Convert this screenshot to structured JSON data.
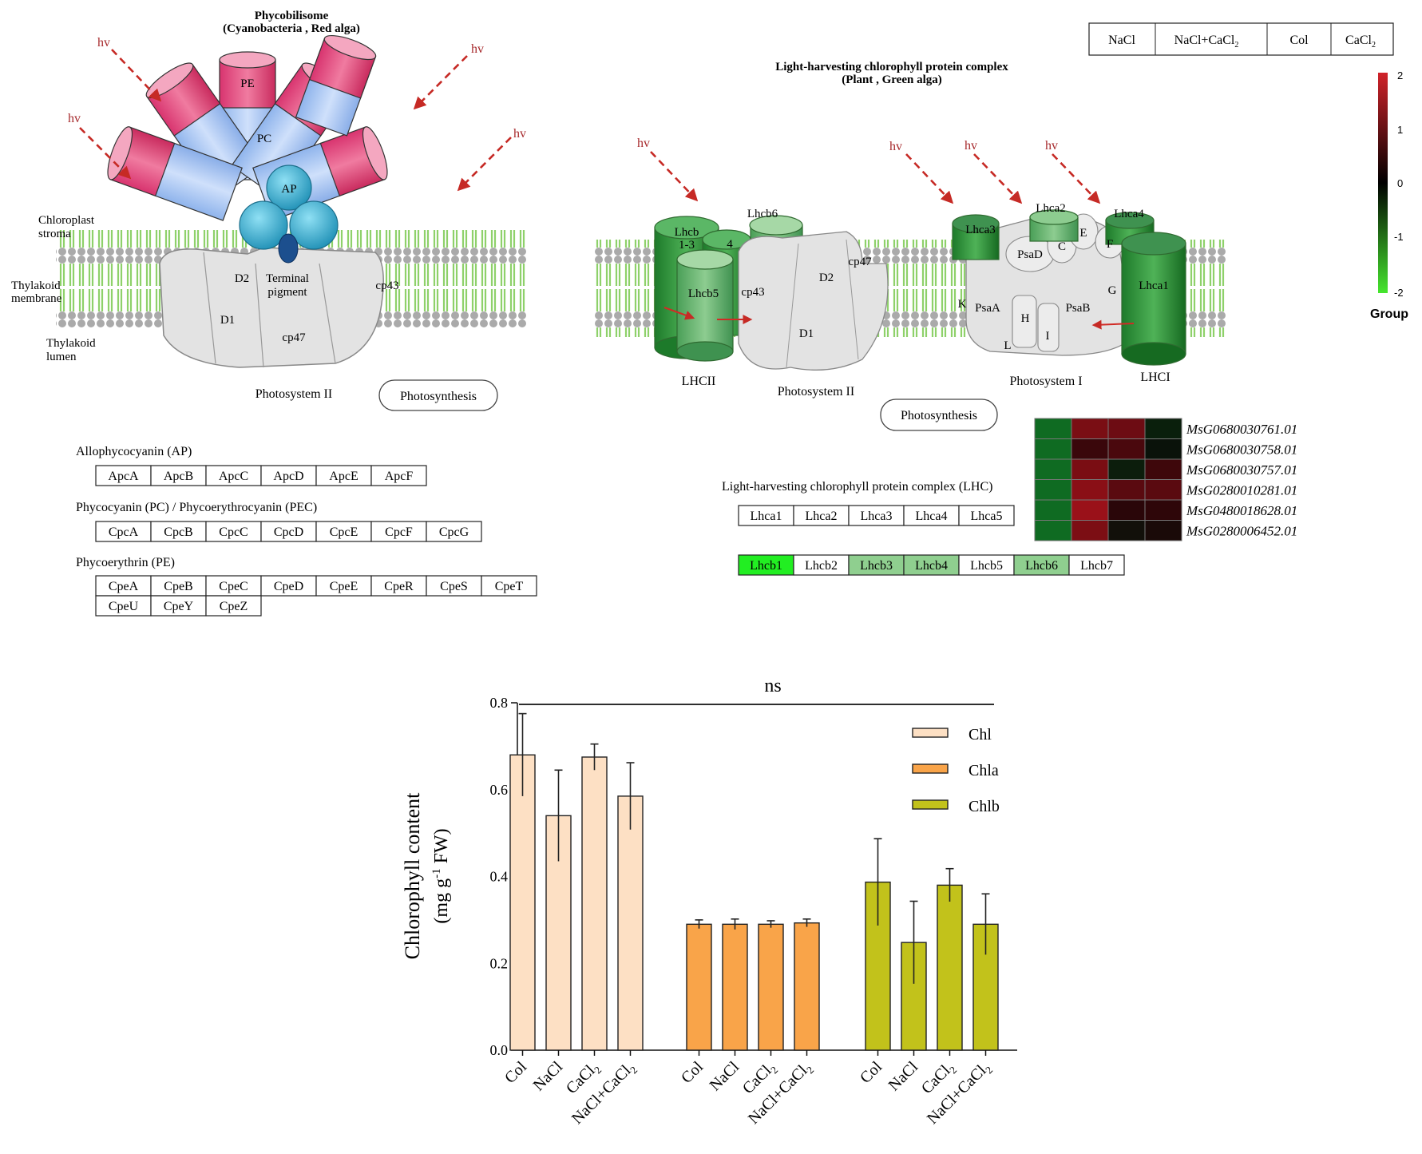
{
  "phycobilisome": {
    "title": "Phycobilisome",
    "subtitle": "(Cyanobacteria , Red alga)",
    "hv": "hv",
    "rod_labels": {
      "pe": "PE",
      "pc": "PC",
      "ap": "AP"
    },
    "terminal_pigment": [
      "Terminal",
      "pigment"
    ],
    "left_labels": {
      "stroma": [
        "Chloroplast",
        "stroma"
      ],
      "membrane": [
        "Thylakoid",
        "membrane"
      ],
      "lumen": [
        "Thylakoid",
        "lumen"
      ]
    },
    "ps2_subunits": {
      "d1": "D1",
      "d2": "D2",
      "cp43": "cp43",
      "cp47": "cp47"
    },
    "ps2_label": "Photosystem II",
    "photosynthesis": "Photosynthesis"
  },
  "ap_group": {
    "label": "Allophycocyanin (AP)",
    "genes": [
      "ApcA",
      "ApcB",
      "ApcC",
      "ApcD",
      "ApcE",
      "ApcF"
    ]
  },
  "pc_group": {
    "label": "Phycocyanin (PC) / Phycoerythrocyanin (PEC)",
    "genes": [
      "CpcA",
      "CpcB",
      "CpcC",
      "CpcD",
      "CpcE",
      "CpcF",
      "CpcG"
    ]
  },
  "pe_group": {
    "label": "Phycoerythrin (PE)",
    "genes_row1": [
      "CpeA",
      "CpeB",
      "CpeC",
      "CpeD",
      "CpeE",
      "CpeR",
      "CpeS",
      "CpeT"
    ],
    "genes_row2": [
      "CpeU",
      "CpeY",
      "CpeZ"
    ]
  },
  "lhc_diagram": {
    "title": "Light-harvesting chlorophyll protein complex",
    "subtitle": "(Plant , Green alga)",
    "hv": "hv",
    "labels": {
      "lhcb6": "Lhcb6",
      "lhcb13": [
        "Lhcb",
        "1-3"
      ],
      "four": "4",
      "lhcb5": "Lhcb5",
      "lhca3": "Lhca3",
      "lhca2": "Lhca2",
      "lhca4": "Lhca4",
      "lhca1": "Lhca1",
      "cp43": "cp43",
      "cp47": "cp47",
      "d2": "D2",
      "d1": "D1",
      "psad": "PsaD",
      "c": "C",
      "e": "E",
      "f": "F",
      "g": "G",
      "k": "K",
      "psaa": "PsaA",
      "psab": "PsaB",
      "h": "H",
      "i": "I",
      "l": "L"
    },
    "lhcii": "LHCII",
    "ps2": "Photosystem II",
    "ps1": "Photosystem I",
    "lhci": "LHCI",
    "photosynthesis": "Photosynthesis"
  },
  "legend_groups": [
    "NaCl",
    "NaCl+CaCl",
    "Col",
    "CaCl"
  ],
  "colorbar": {
    "ticks": [
      "2",
      "1",
      "0",
      "-1",
      "-2"
    ],
    "label": "Group",
    "colors": [
      "#d1232a",
      "#000000",
      "#46e62e"
    ]
  },
  "lhc_group": {
    "label": "Light-harvesting chlorophyll protein complex (LHC)",
    "lhca": [
      "Lhca1",
      "Lhca2",
      "Lhca3",
      "Lhca4",
      "Lhca5"
    ],
    "lhcb": [
      "Lhcb1",
      "Lhcb2",
      "Lhcb3",
      "Lhcb4",
      "Lhcb5",
      "Lhcb6",
      "Lhcb7"
    ],
    "lhcb_fill": [
      "#22ee22",
      "#ffffff",
      "#8fcf8f",
      "#8fcf8f",
      "#ffffff",
      "#8fcf8f",
      "#ffffff"
    ]
  },
  "heatmap": {
    "genes": [
      "MsG0680030761.01",
      "MsG0680030758.01",
      "MsG0680030757.01",
      "MsG0280010281.01",
      "MsG0480018628.01",
      "MsG0280006452.01"
    ],
    "cells": [
      [
        "#0f6b22",
        "#7a0e14",
        "#6d0c13",
        "#0a1f0c"
      ],
      [
        "#0f6b22",
        "#3a070b",
        "#4a080d",
        "#0a120a"
      ],
      [
        "#0f6b22",
        "#7a0d13",
        "#0c1d0c",
        "#3e070b"
      ],
      [
        "#0f6b22",
        "#8a0f16",
        "#5a0a10",
        "#5a0a10"
      ],
      [
        "#0f6b22",
        "#9a1119",
        "#2a0609",
        "#2e0609"
      ],
      [
        "#0f6b22",
        "#7c0e14",
        "#12100a",
        "#1a0a08"
      ]
    ]
  },
  "chart_data": {
    "type": "bar",
    "title": "",
    "significance": "ns",
    "ylabel": [
      "Chlorophyll content",
      "(mg g",
      "-1",
      " FW)"
    ],
    "ylim": [
      0,
      0.8
    ],
    "yticks": [
      "0.0",
      "0.2",
      "0.4",
      "0.6",
      "0.8"
    ],
    "categories": [
      "Col",
      "NaCl",
      "CaCl",
      "NaCl+CaCl"
    ],
    "series": [
      {
        "name": "Chl",
        "color": "#fde0c4",
        "values": [
          0.68,
          0.54,
          0.675,
          0.585
        ],
        "errors": [
          0.095,
          0.105,
          0.03,
          0.077
        ]
      },
      {
        "name": "Chla",
        "color": "#f9a449",
        "values": [
          0.29,
          0.29,
          0.29,
          0.293
        ],
        "errors": [
          0.01,
          0.012,
          0.008,
          0.009
        ]
      },
      {
        "name": "Chlb",
        "color": "#c2c21b",
        "values": [
          0.387,
          0.248,
          0.38,
          0.29
        ],
        "errors": [
          0.1,
          0.095,
          0.038,
          0.07
        ]
      }
    ]
  }
}
